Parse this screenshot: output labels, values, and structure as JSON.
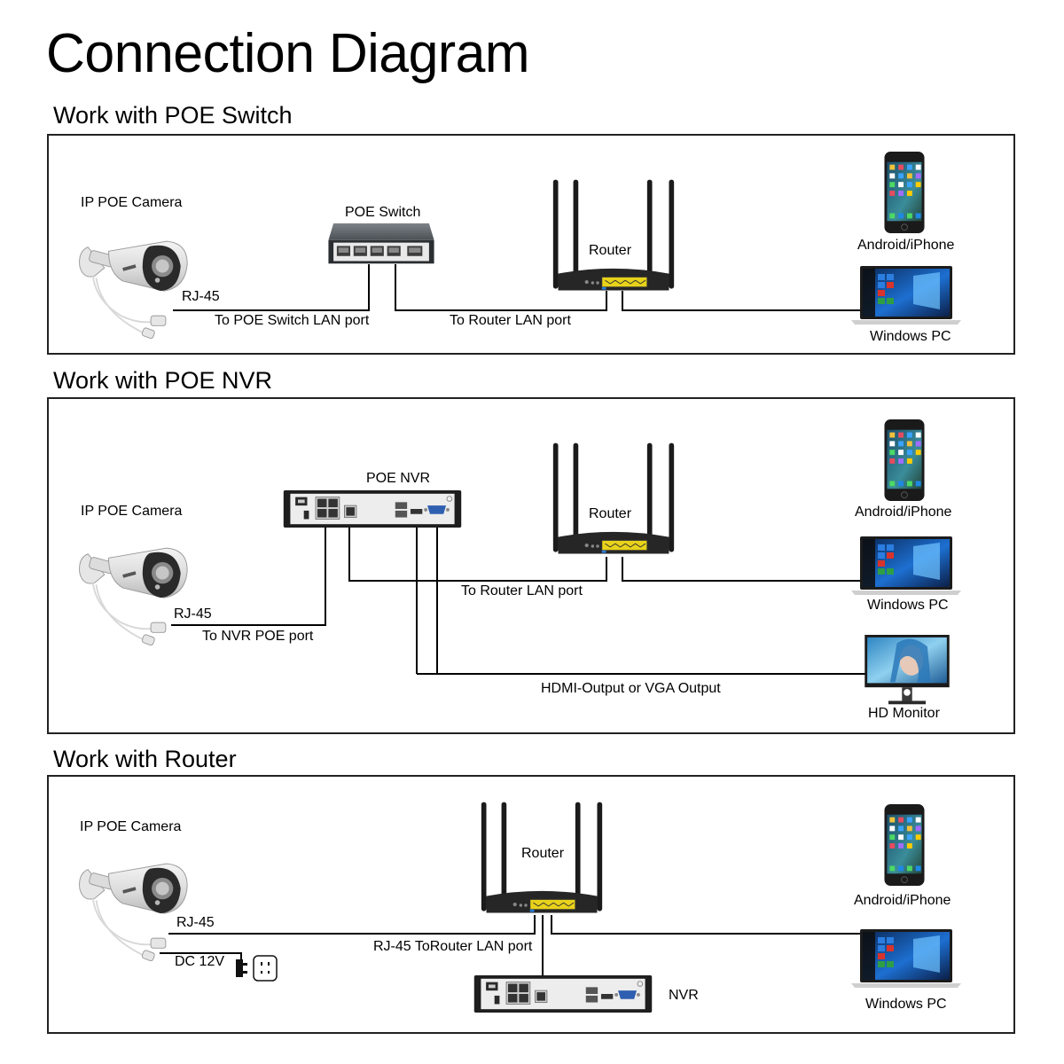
{
  "title": "Connection Diagram",
  "sections": [
    {
      "heading": "Work with POE Switch",
      "labels": {
        "camera": "IP POE Camera",
        "rj45": "RJ-45",
        "camera_to_switch": "To POE Switch LAN port",
        "switch": "POE Switch",
        "router": "Router",
        "switch_to_router": "To Router LAN port",
        "phone": "Android/iPhone",
        "pc": "Windows PC"
      }
    },
    {
      "heading": "Work with POE NVR",
      "labels": {
        "camera": "IP POE Camera",
        "rj45": "RJ-45",
        "camera_to_nvr": "To NVR POE port",
        "nvr": "POE NVR",
        "router": "Router",
        "nvr_to_router": "To Router LAN port",
        "phone": "Android/iPhone",
        "pc": "Windows PC",
        "video_output": "HDMI-Output or VGA Output",
        "monitor": "HD Monitor"
      }
    },
    {
      "heading": "Work with Router",
      "labels": {
        "camera": "IP POE Camera",
        "rj45": "RJ-45",
        "dc": "DC 12V",
        "camera_to_router": "RJ-45 ToRouter LAN port",
        "router": "Router",
        "nvr": "NVR",
        "phone": "Android/iPhone",
        "pc": "Windows PC"
      }
    }
  ],
  "colors": {
    "router_ports": "#e8d21a",
    "cable": "#000000",
    "device_dark": "#1e1e1e"
  }
}
